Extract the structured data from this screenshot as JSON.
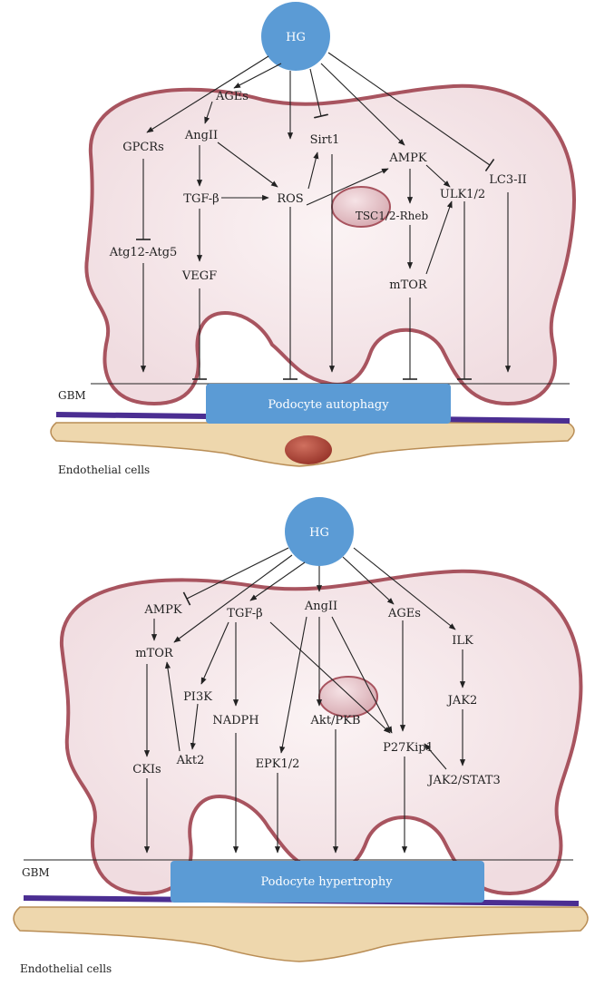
{
  "panel_top": {
    "hg": "HG",
    "ages": "AGEs",
    "gpcrs": "GPCRs",
    "angii": "AngII",
    "sirt1": "Sirt1",
    "ampk": "AMPK",
    "lc3": "LC3-II",
    "tgfb": "TGF-β",
    "ros": "ROS",
    "ulk": "ULK1/2",
    "tsc": "TSC1/2-Rheb",
    "atg": "Atg12-Atg5",
    "vegf": "VEGF",
    "mtor": "mTOR",
    "gbm": "GBM",
    "box": "Podocyte autophagy",
    "endo": "Endothelial cells"
  },
  "panel_bottom": {
    "hg": "HG",
    "ampk": "AMPK",
    "tgfb": "TGF-β",
    "angii": "AngII",
    "ages": "AGEs",
    "mtor": "mTOR",
    "ilk": "ILK",
    "pi3k": "PI3K",
    "nadph": "NADPH",
    "jak2": "JAK2",
    "aktpkb": "Akt/PKB",
    "p27": "P27Kip1",
    "ckis": "CKIs",
    "akt2": "Akt2",
    "epk": "EPK1/2",
    "jakstat": "JAK2/STAT3",
    "gbm": "GBM",
    "box": "Podocyte hypertrophy",
    "endo": "Endothelial cells"
  },
  "colors": {
    "hg_node": "#5b9bd5",
    "box": "#5b9bd5",
    "cell_fill": "#f4e3e6",
    "cell_outline": "#a8545f",
    "gbm_line": "#4b2e92",
    "endothelium": "#eed7ad",
    "nucleus": "#b8483a"
  }
}
